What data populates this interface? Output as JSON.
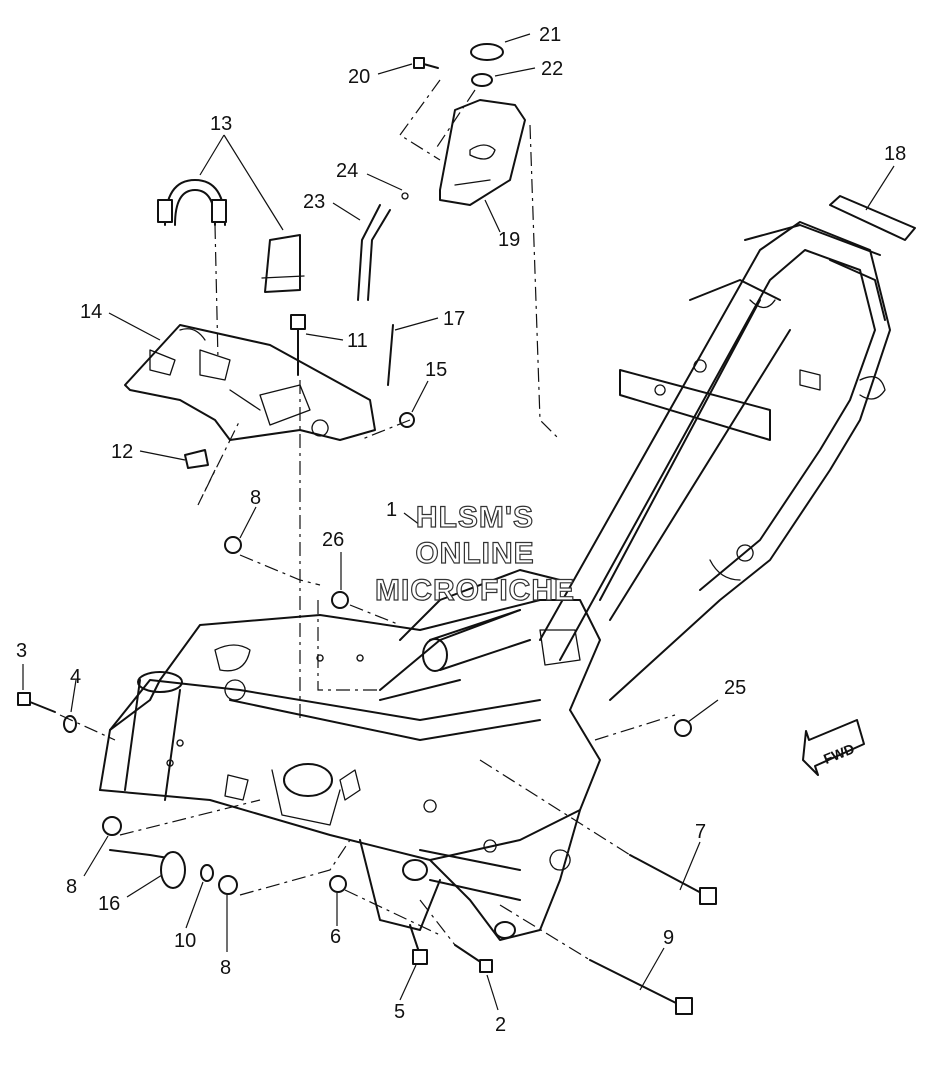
{
  "watermark": {
    "line1": "HLSM'S",
    "line2": "ONLINE",
    "line3": "MICROFICHE"
  },
  "direction_label": "FWD",
  "callouts": {
    "c1": "1",
    "c2": "2",
    "c3": "3",
    "c4": "4",
    "c5": "5",
    "c6": "6",
    "c7": "7",
    "c8a": "8",
    "c8b": "8",
    "c8c": "8",
    "c9": "9",
    "c10": "10",
    "c11": "11",
    "c12": "12",
    "c13": "13",
    "c14": "14",
    "c15": "15",
    "c16": "16",
    "c17": "17",
    "c18": "18",
    "c19": "19",
    "c20": "20",
    "c21": "21",
    "c22": "22",
    "c23": "23",
    "c24": "24",
    "c25": "25",
    "c26": "26"
  }
}
